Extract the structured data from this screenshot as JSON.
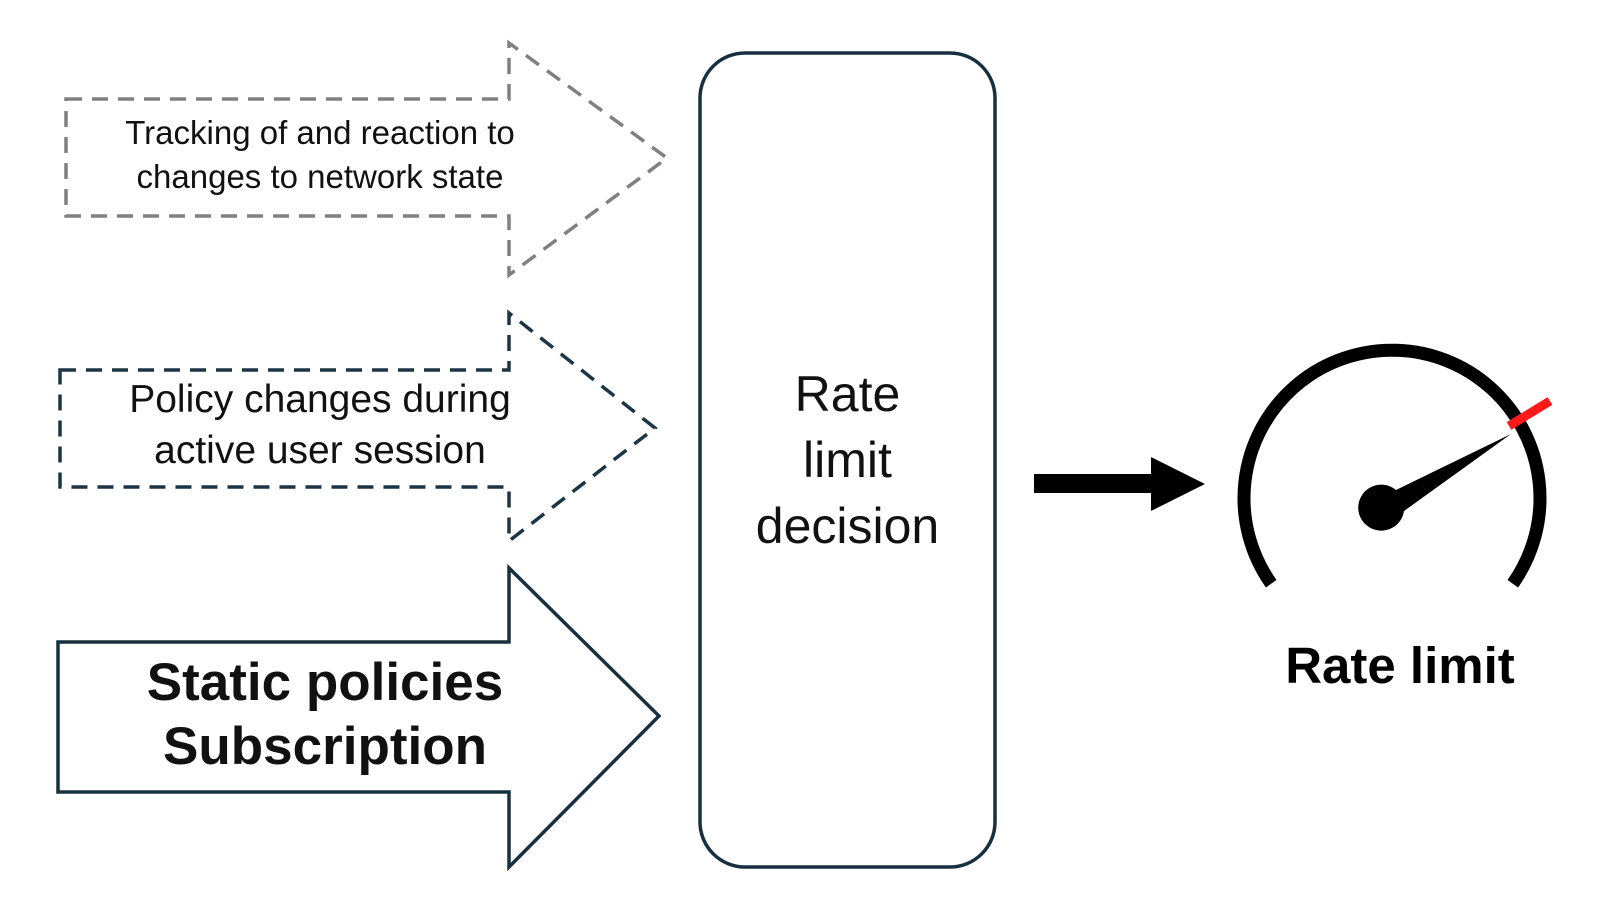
{
  "colors": {
    "dashed_gray": "#808080",
    "dashed_navy": "#1b3545",
    "solid_navy": "#17303f",
    "black": "#000000",
    "needle_tip_red": "#ff1a1a"
  },
  "inputs": [
    {
      "label": "Tracking of and reaction to\nchanges to network state",
      "style": "dashed-gray"
    },
    {
      "label": "Policy changes during\nactive user session",
      "style": "dashed-navy"
    },
    {
      "label": "Static policies\nSubscription",
      "style": "solid-bold"
    }
  ],
  "decision_box": {
    "label": "Rate\nlimit\ndecision"
  },
  "output": {
    "label": "Rate limit",
    "icon": "speedometer-icon"
  }
}
